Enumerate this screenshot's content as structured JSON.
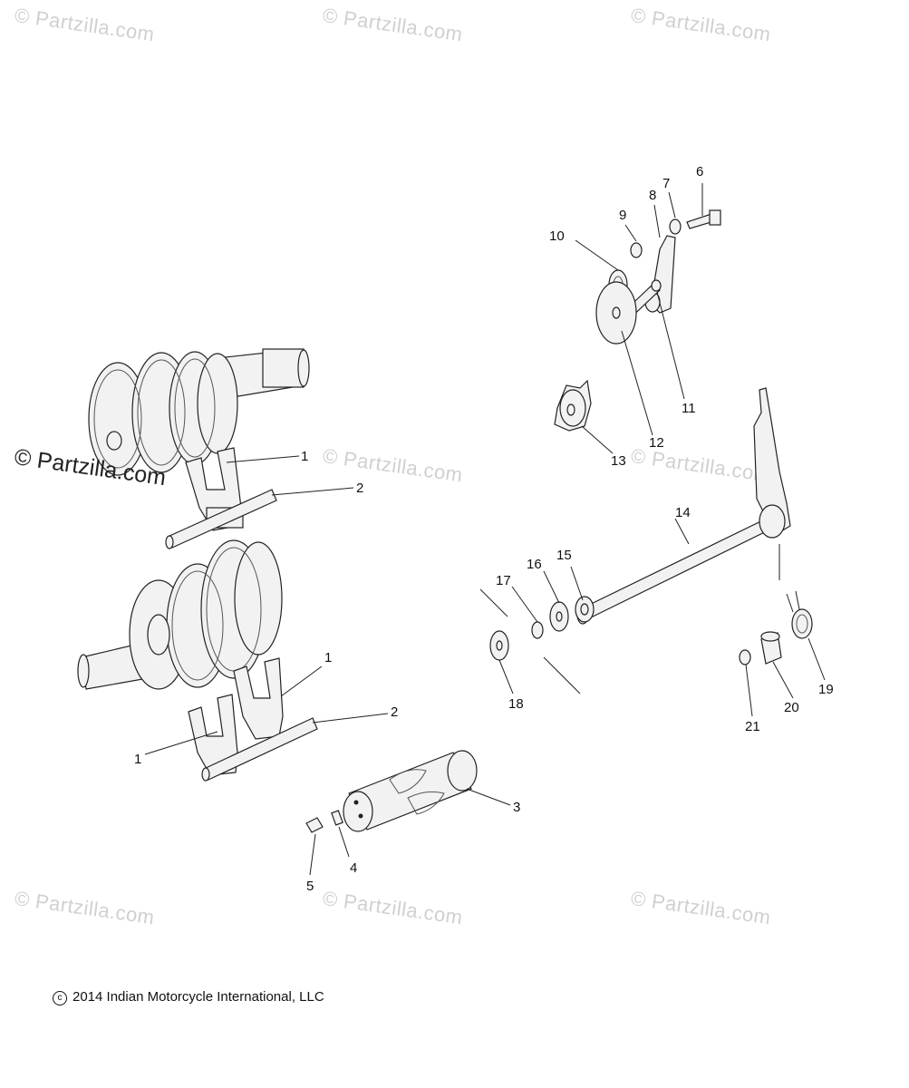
{
  "watermarks": [
    {
      "text": "© Partzilla.com"
    },
    {
      "text": "© Partzilla.com"
    },
    {
      "text": "© Partzilla.com"
    },
    {
      "text": "© Partzilla.com"
    },
    {
      "text": "© Partzilla.com"
    },
    {
      "text": "© Partzilla.com"
    },
    {
      "text": "© Partzilla.com"
    },
    {
      "text": "© Partzilla.com"
    }
  ],
  "main_watermark": "© Partzilla.com",
  "copyright": {
    "symbol": "c",
    "text": "2014 Indian Motorcycle International, LLC"
  },
  "callouts": {
    "c1a": "1",
    "c2a": "2",
    "c1b": "1",
    "c1c": "1",
    "c2b": "2",
    "c3": "3",
    "c4": "4",
    "c5": "5",
    "c6": "6",
    "c7": "7",
    "c8": "8",
    "c9": "9",
    "c10": "10",
    "c11": "11",
    "c12": "12",
    "c13": "13",
    "c14": "14",
    "c15": "15",
    "c16": "16",
    "c17": "17",
    "c18": "18",
    "c19": "19",
    "c20": "20",
    "c21": "21"
  }
}
